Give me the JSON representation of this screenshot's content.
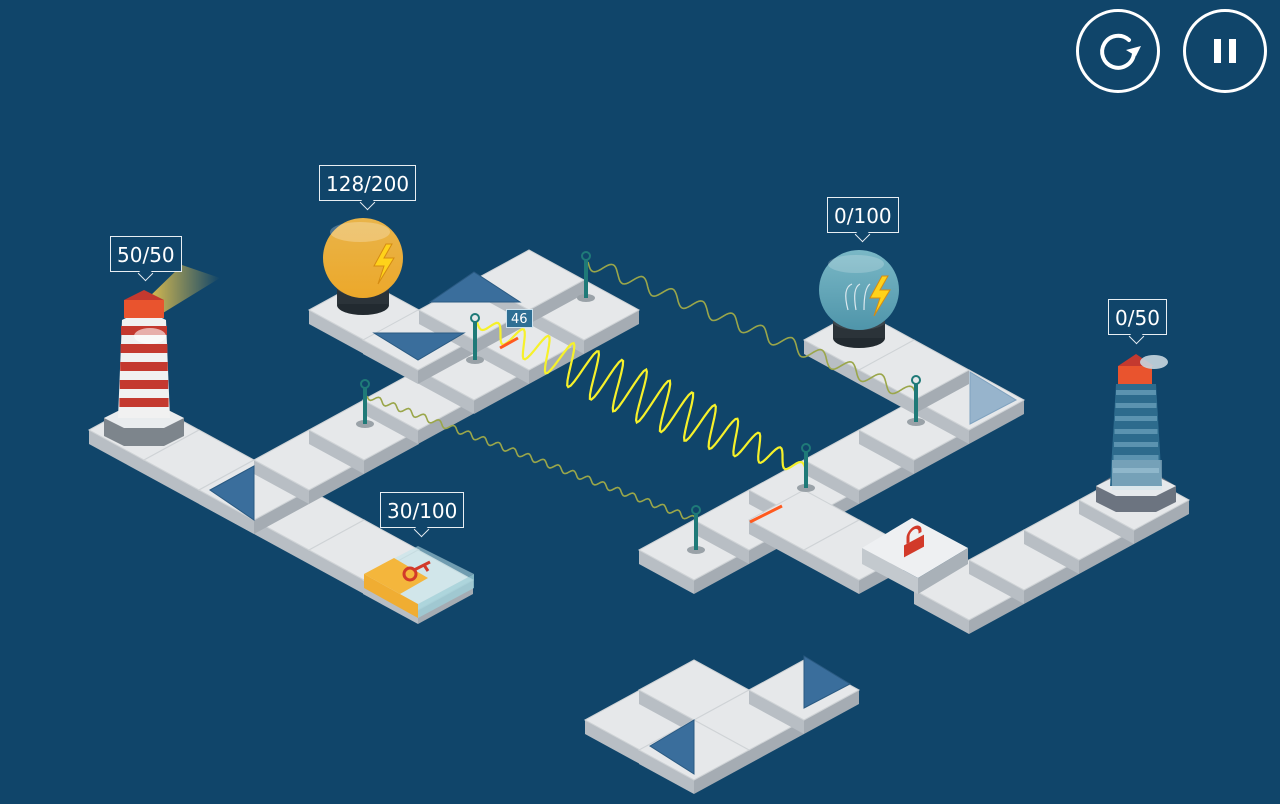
{
  "hud": {
    "restart": {
      "icon": "restart-icon"
    },
    "pause": {
      "icon": "pause-icon"
    }
  },
  "labels": {
    "left_lighthouse": "50/50",
    "yellow_bulb": "128/200",
    "blue_bulb": "0/100",
    "right_lighthouse": "0/50",
    "key_box": "30/100",
    "beam_counter": "46"
  },
  "colors": {
    "background": "#10456a",
    "tile_top": "#e6e8ea",
    "tile_side": "#b8bec4",
    "mirror": "#3a6e9c",
    "beam": "#f6f12a",
    "faint_beam": "#9aa64a",
    "lit_bulb": "#f0b233",
    "unlit_bulb": "#5fa3b5",
    "red_lighthouse": "#c4392f",
    "blue_lighthouse": "#2d6b8d",
    "key": "#d23a2a",
    "key_pad": "#f0ad32"
  }
}
